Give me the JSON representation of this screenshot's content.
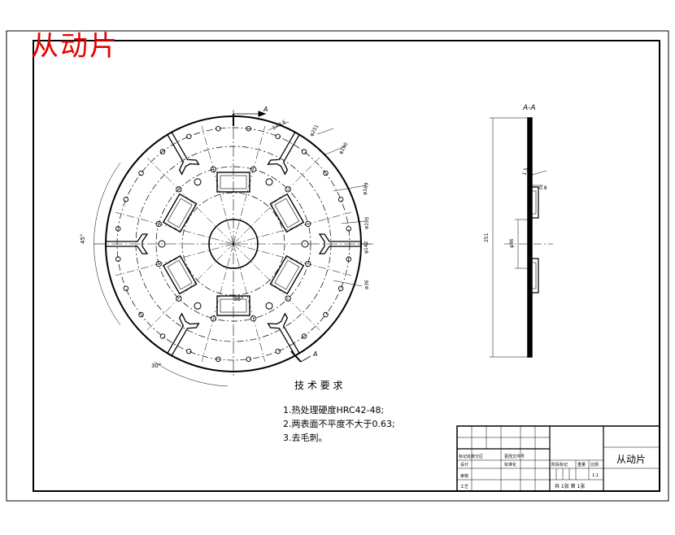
{
  "watermark": "从动片",
  "section": {
    "mark_left": "A",
    "mark_right": "A",
    "view_label": "A-A"
  },
  "dimensions": {
    "dia_outer": "φ251",
    "dia_bolt": "φ190",
    "dia_mid": "φ169",
    "dia_inner": "φ195",
    "dia_hub": "φ142",
    "dia_small": "φ36",
    "angle_left": "45°",
    "angle_bottom": "30°",
    "angle_small": "36°",
    "angle_top": "3×3.6",
    "side_height": "251",
    "side_hole": "φ36",
    "side_thick1": "1.5",
    "side_thick2": "0.8"
  },
  "tech_req": {
    "title": "技 术 要 求",
    "items": [
      "1.热处理硬度HRC42-48;",
      "2.两表面不平度不大于0.63;",
      "3.去毛刺。"
    ]
  },
  "title_block": {
    "part_name": "从动片",
    "scale_label": "比例",
    "weight_label": "重量",
    "stage_label": "阶段标记",
    "scale_value": "1:1",
    "sheets": "共 1张  第 1张",
    "rows": [
      "标记处数分区",
      "设计",
      "审核",
      "工艺"
    ],
    "row_extra": [
      "更改文件号",
      "标准化"
    ]
  }
}
